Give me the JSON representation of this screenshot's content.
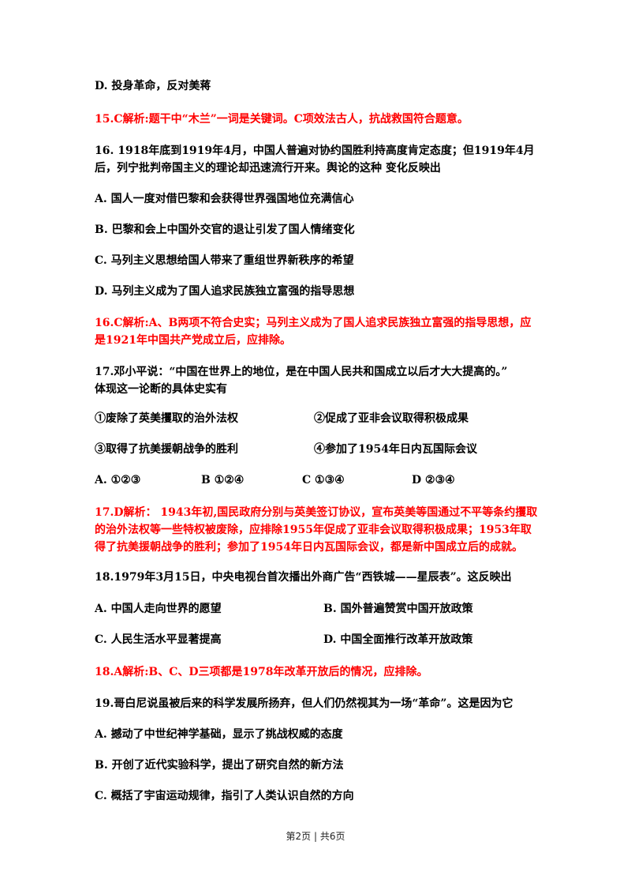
{
  "lines": {
    "l1": "D. 投身革命，反对美蒋",
    "l2": "15.C解析:题干中“木兰”一词是关键词。C项效法古人，抗战救国符合题意。",
    "l3": "16. 1918年底到1919年4月，中国人普遍对协约国胜利持高度肯定态度；但1919年4月",
    "l4": "后，列宁批判帝国主义的理论却迅速流行开来。舆论的这种 变化反映出",
    "l5": "A. 国人一度对借巴黎和会获得世界强国地位充满信心",
    "l6": "B. 巴黎和会上中国外交官的退让引发了国人情绪变化",
    "l7": "C. 马列主义思想给国人带来了重组世界新秩序的希望",
    "l8": "D. 马列主义成为了国人追求民族独立富强的指导思想",
    "l9": "16.C解析:A、B两项不符合史实；马列主义成为了国人追求民族独立富强的指导思想，应",
    "l10": "是1921年中国共产党成立后，应排除。",
    "l11": "17.邓小平说：“中国在世界上的地位，是在中国人民共和国成立以后才大大提高的。”",
    "l12": "体现这一论断的具体史实有",
    "l13a": "①废除了英美攫取的治外法权",
    "l13b": "②促成了亚非会议取得积极成果",
    "l14a": "③取得了抗美援朝战争的胜利",
    "l14b": "④参加了1954年日内瓦国际会议",
    "l15a": "A. ①②③",
    "l15b": "B ①②④",
    "l15c": "C ①③④",
    "l15d": "D ②③④",
    "l16": "17.D解析： 1943年初,国民政府分别与英美签订协议，宣布英美等国通过不平等条约攫取",
    "l17": "的治外法权等一些特权被废除，应排除1955年促成了亚非会议取得积极成果；1953年取",
    "l18": "得了抗美援朝战争的胜利；参加了1954年日内瓦国际会议，都是新中国成立后的成就。",
    "l19": "18.1979年3月15日，中央电视台首次播出外商广告“西铁城——星辰表”。这反映出",
    "l20a": "A. 中国人走向世界的愿望",
    "l20b": "B. 国外普遍赞赏中国开放政策",
    "l21a": "C. 人民生活水平显著提高",
    "l21b": "D. 中国全面推行改革开放政策",
    "l22": "18.A解析:B、C、D三项都是1978年改革开放后的情况，应排除。",
    "l23": "19.哥白尼说虽被后来的科学发展所扬弃，但人们仍然视其为一场“革命”。这是因为它",
    "l24": "A. 撼动了中世纪神学基础，显示了挑战权威的态度",
    "l25": "B. 开创了近代实验科学，提出了研究自然的新方法",
    "l26": "C. 概括了宇宙运动规律，指引了人类认识自然的方向"
  },
  "footer": "第2页 | 共6页",
  "colors": {
    "answer": "#ff0000",
    "text": "#000000"
  }
}
